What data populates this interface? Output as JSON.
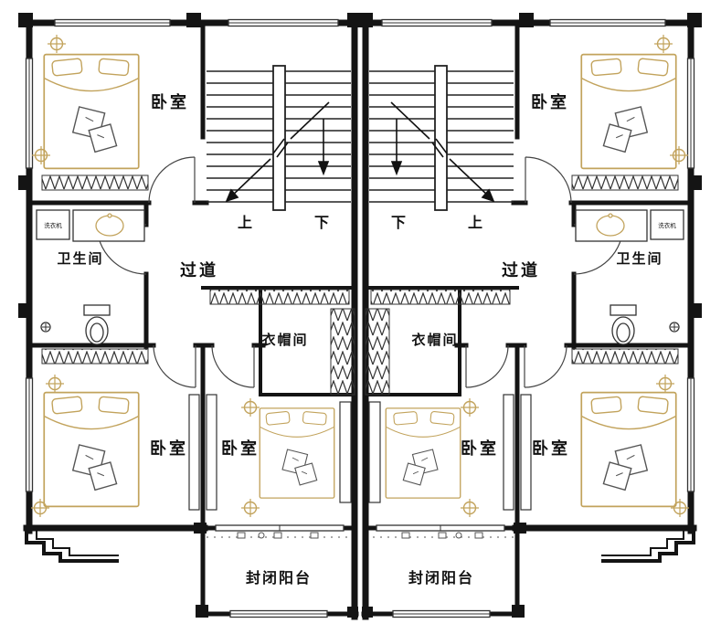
{
  "document": {
    "type": "residential-floor-plan",
    "background": "#ffffff"
  },
  "colors": {
    "wall": "#141414",
    "thin_line": "#333333",
    "furniture_accent": "#c2a35c",
    "cushion_line": "#555555"
  },
  "rooms": {
    "bedroom": "卧室",
    "bathroom": "卫生间",
    "hallway": "过道",
    "cloakroom": "衣帽间",
    "balcony": "封闭阳台"
  },
  "stairs": {
    "up": "上",
    "down": "下"
  },
  "appliances": {
    "washing_machine": "洗衣机"
  }
}
